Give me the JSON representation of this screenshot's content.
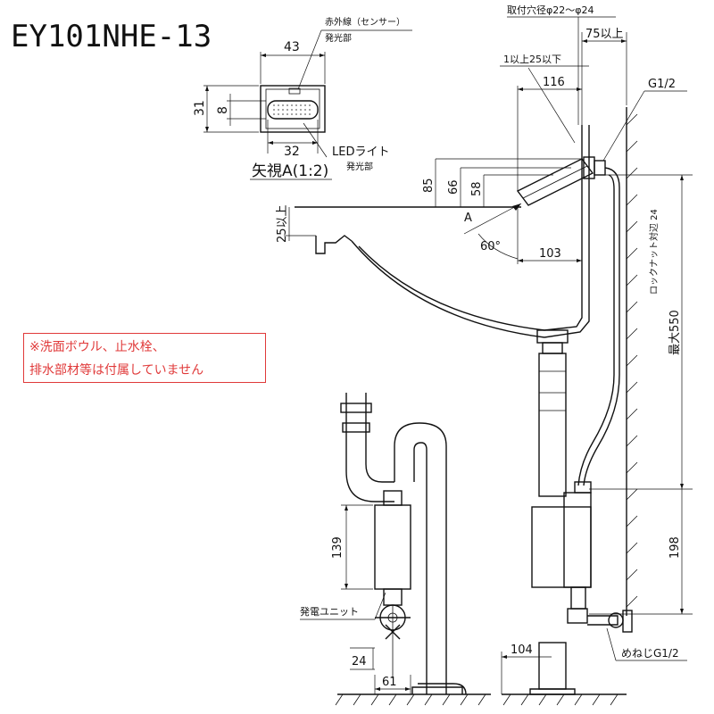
{
  "title": "EY101NHE-13",
  "note": {
    "line1": "※洗面ボウル、止水栓、",
    "line2": "排水部材等は付属していません",
    "color": "#e03a3a"
  },
  "sensor_view": {
    "callout_top_line1": "赤外線（センサー）",
    "callout_top_line2": "発光部",
    "callout_bottom_line1": "LEDライト",
    "callout_bottom_line2": "発光部",
    "caption": "矢視A(1:2)",
    "dim_width": "43",
    "dim_height": "31",
    "dim_window": "8",
    "dim_led": "32"
  },
  "side_view": {
    "mount_hole": "取付穴径φ22～φ24",
    "dim_75": "75以上",
    "dim_1_25": "1以上25以下",
    "dim_116": "116",
    "thread_g12": "G1/2",
    "dim_85": "85",
    "dim_66": "66",
    "dim_58": "58",
    "dim_25": "25以上",
    "view_a": "A",
    "angle_60": "60°",
    "dim_103": "103",
    "locknut": "ロックナット対辺 24",
    "max_550": "最大550",
    "dim_198": "198",
    "dim_104": "104",
    "female_thread": "めねじG1/2"
  },
  "front_view": {
    "dim_139": "139",
    "generator": "発電ユニット",
    "dim_24": "24",
    "dim_61": "61"
  }
}
